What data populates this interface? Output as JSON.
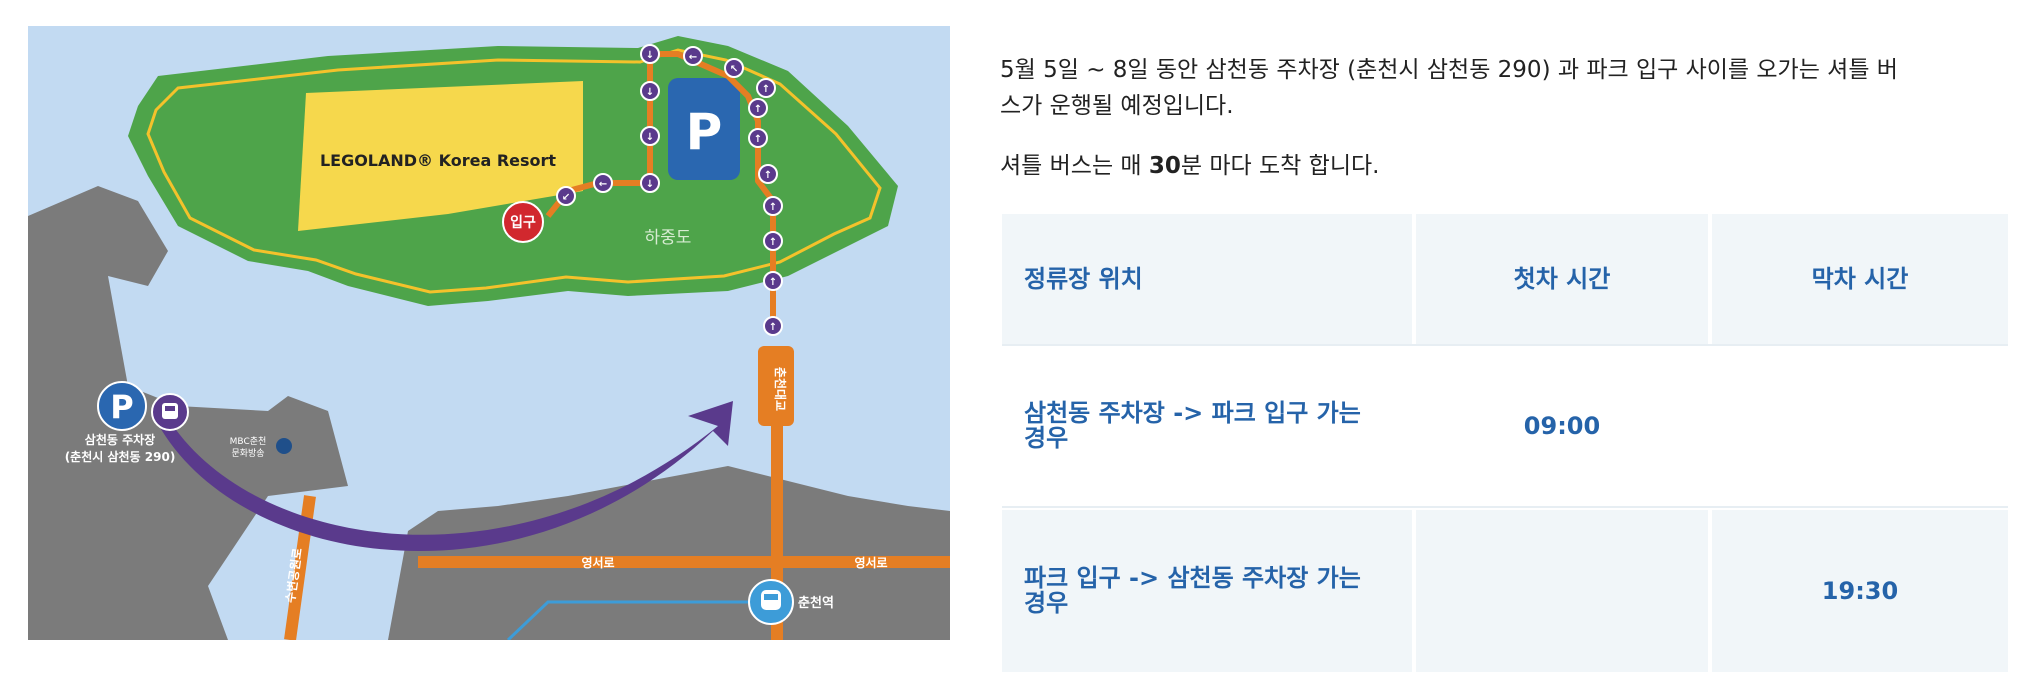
{
  "map": {
    "resort_label": "LEGOLAND® Korea Resort",
    "entrance_label": "입구",
    "island_label": "하중도",
    "parking_symbol": "P",
    "parking_lot_name": "삼천동 주차장",
    "parking_lot_address": "(춘천시 삼천동 290)",
    "mbc_line1": "MBC춘천",
    "mbc_line2": "문화방송",
    "bridge_label": "춘천대교",
    "road_label_1": "영서로",
    "road_label_2": "영서로",
    "side_road_label": "수변공원로",
    "station_label": "춘천역",
    "colors": {
      "water": "#c2daf2",
      "park_green": "#4ea44a",
      "resort_yellow": "#f6d84c",
      "land_gray": "#7b7b7b",
      "road_orange": "#e57e23",
      "shuttle_purple": "#5a3a8c",
      "parking_blue": "#2a67b0",
      "entrance_red": "#d1282e"
    }
  },
  "info": {
    "paragraph1_line1": "5월 5일 ~ 8일 동안 삼천동 주차장 (춘천시 삼천동 290) 과 파크 입구 사이를 오가는 셔틀 버",
    "paragraph1_line2": "스가 운행될 예정입니다.",
    "paragraph2_prefix": "셔틀 버스는 매 ",
    "paragraph2_bold": "30",
    "paragraph2_suffix": "분 마다 도착 합니다."
  },
  "table": {
    "headers": [
      "정류장 위치",
      "첫차 시간",
      "막차 시간"
    ],
    "rows": [
      {
        "location_line1": "삼천동 주차장 -> 파크 입구 가는",
        "location_line2": "경우",
        "first": "09:00",
        "last": ""
      },
      {
        "location_line1": "파크 입구 -> 삼천동 주차장 가는",
        "location_line2": "경우",
        "first": "",
        "last": "19:30"
      }
    ]
  }
}
